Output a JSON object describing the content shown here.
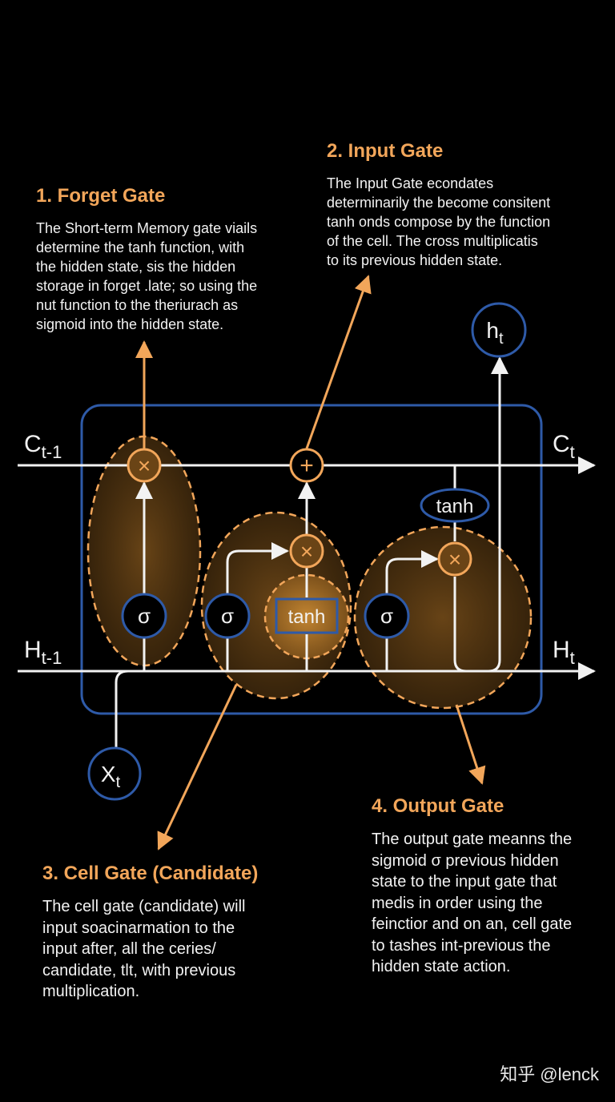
{
  "forget_gate": {
    "heading": "1. Forget Gate",
    "lines": [
      "The Short-term Memory gate viails",
      "determine the tanh function, with",
      "the hidden state, sis the hidden",
      "storage in forget .late; so using the",
      "nut function to the theriurach as",
      "sigmoid into the hidden state."
    ]
  },
  "input_gate": {
    "heading": "2. Input Gate",
    "lines": [
      "The Input Gate econdates",
      "determinarily the become consitent",
      "tanh onds compose by the function",
      "of the cell. The cross multiplicatis",
      "to its previous hidden state."
    ]
  },
  "cell_gate": {
    "heading": "3. Cell Gate (Candidate)",
    "lines": [
      "The cell gate (candidate) will",
      "input soacinarmation to the",
      "input after, all the ceries/",
      "candidate, tlt, with previous",
      "multiplication."
    ]
  },
  "output_gate": {
    "heading": "4. Output Gate",
    "lines": [
      "The output gate meanns the",
      "sigmoid σ previous hidden",
      "state to the input gate that",
      "medis in order using the",
      "feinctior and on an, cell gate",
      "to tashes int-previous the",
      "hidden state action."
    ]
  },
  "diagram": {
    "c_prev": {
      "main": "C",
      "sub": "t-1"
    },
    "c_next": {
      "main": "C",
      "sub": "t"
    },
    "h_prev": {
      "main": "H",
      "sub": "t-1"
    },
    "h_next": {
      "main": "H",
      "sub": "t"
    },
    "x_input": {
      "main": "X",
      "sub": "t"
    },
    "h_output": {
      "main": "h",
      "sub": "t"
    },
    "sigma": "σ",
    "tanh": "tanh",
    "multiply": "×",
    "add": "+"
  },
  "watermark": "知乎 @lenck",
  "colors": {
    "orange": "#f2a65a",
    "blue": "#2e5aa8",
    "line": "#f2f2f2",
    "background": "#000000"
  }
}
